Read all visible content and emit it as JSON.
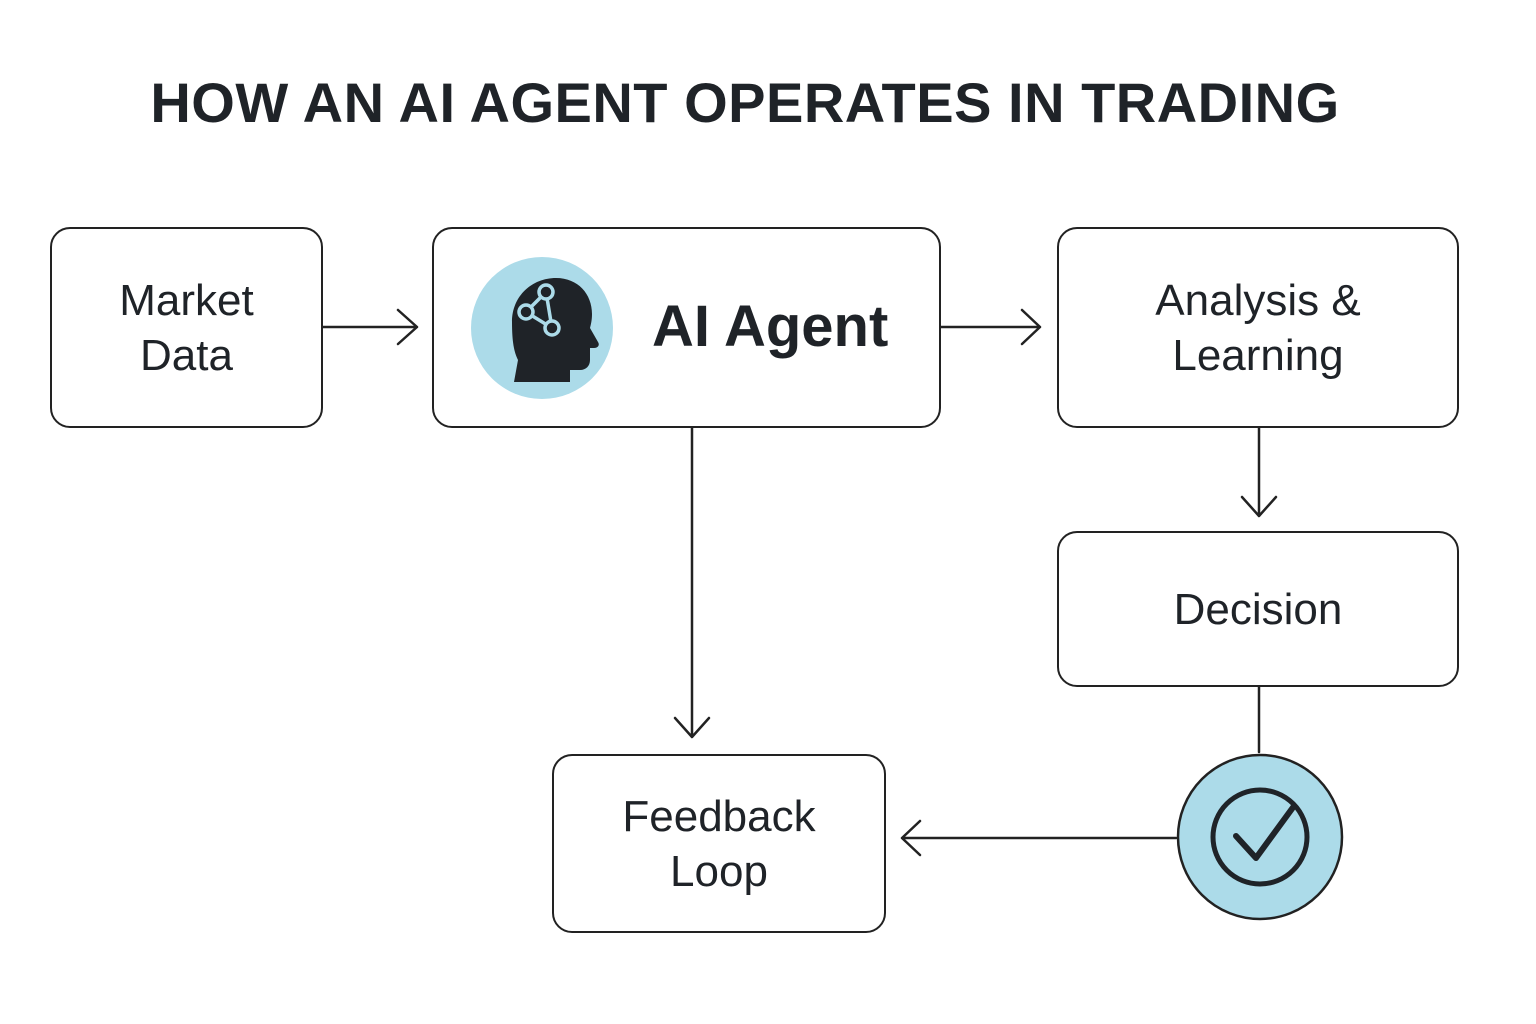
{
  "title": "HOW AN AI AGENT OPERATES IN TRADING",
  "nodes": {
    "market_data": {
      "line1": "Market",
      "line2": "Data"
    },
    "ai_agent": {
      "label": "AI Agent",
      "icon": "ai-head-icon"
    },
    "analysis": {
      "line1": "Analysis &",
      "line2": "Learning"
    },
    "decision": {
      "label": "Decision"
    },
    "feedback": {
      "line1": "Feedback",
      "line2": "Loop"
    },
    "check": {
      "icon": "checkmark-icon"
    }
  },
  "colors": {
    "accent_fill": "#acdbe9",
    "stroke": "#222222",
    "text": "#1f2328"
  }
}
